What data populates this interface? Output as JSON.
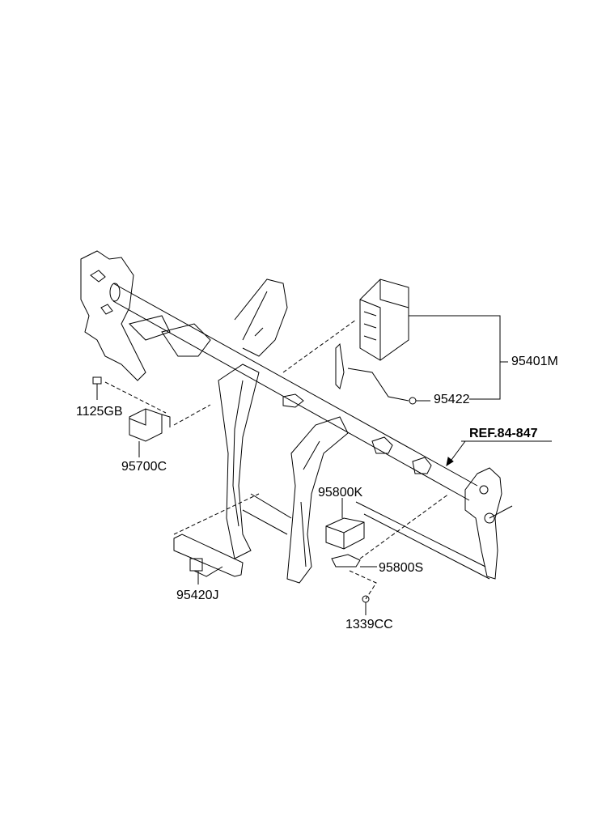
{
  "labels": {
    "p95401M": "95401M",
    "p95422": "95422",
    "ref": "REF.84-847",
    "p1125GB": "1125GB",
    "p95700C": "95700C",
    "p95800K": "95800K",
    "p95800S": "95800S",
    "p95420J": "95420J",
    "p1339CC": "1339CC"
  }
}
